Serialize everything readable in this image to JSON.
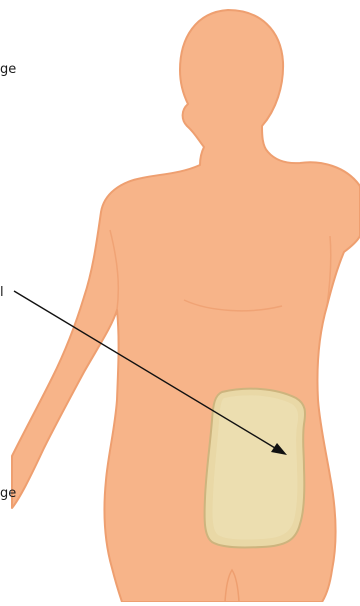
{
  "labels": {
    "top_fragment": "ge",
    "middle_fragment": "l",
    "bottom_fragment": "ge"
  },
  "colors": {
    "skin_fill": "#F7B489",
    "skin_outline": "#EE9F70",
    "skin_shadow": "#F2A77D",
    "pad_fill": "#E9D8A6",
    "pad_edge": "#CDB47E",
    "arrow": "#111111"
  }
}
